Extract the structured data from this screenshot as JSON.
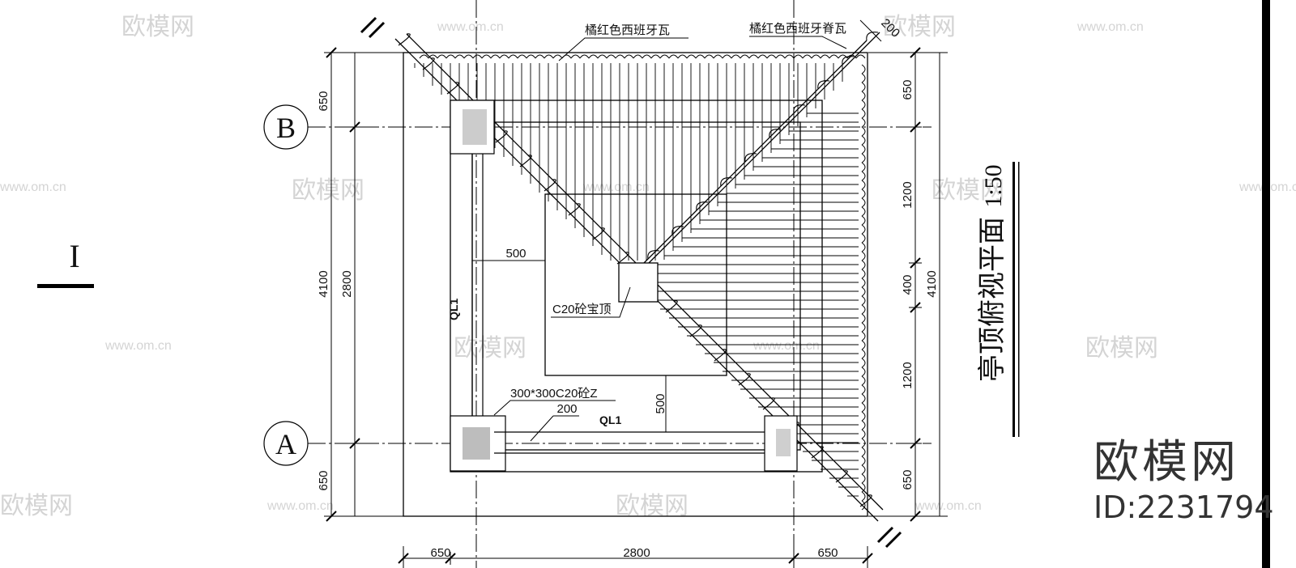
{
  "drawing": {
    "title": "亭顶俯视平面",
    "scale": "1:50",
    "section_mark": "I",
    "axes": {
      "b": "B",
      "a": "A"
    },
    "notes": {
      "tile": "橘红色西班牙瓦",
      "ridge_tile": "橘红色西班牙脊瓦",
      "finial": "C20砼宝顶",
      "column": "300*300C20砼Z",
      "beam_vertical": "QL1",
      "beam_horizontal": "QL1"
    },
    "dims": {
      "left_outer": "4100",
      "left_inner": "2800",
      "left_top": "650",
      "left_bottom": "650",
      "right_top": "650",
      "right_1200a": "1200",
      "right_400": "400",
      "right_1200b": "1200",
      "right_bottom": "650",
      "right_total": "4100",
      "bottom_left": "650",
      "bottom_mid": "2800",
      "bottom_right": "650",
      "corner": "200",
      "beam_offset_h": "500",
      "beam_offset_v": "500",
      "beam_width": "200"
    }
  },
  "watermark": {
    "logo": "欧模网",
    "url": "www.om.cn",
    "id": "ID:2231794"
  }
}
